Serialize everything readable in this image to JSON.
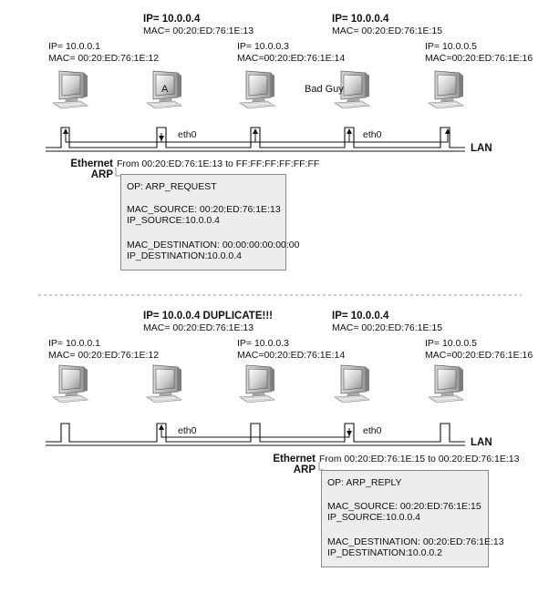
{
  "scenario1": {
    "top_hosts": [
      {
        "ip": "IP= 10.0.0.4",
        "mac": "MAC= 00:20:ED:76:1E:13"
      },
      {
        "ip": "IP= 10.0.0.4",
        "mac": "MAC= 00:20:ED:76:1E:15"
      }
    ],
    "hosts": [
      {
        "ip": "IP= 10.0.0.1",
        "mac": "MAC= 00:20:ED:76:1E:12"
      },
      {
        "ip": "IP= 10.0.0.3",
        "mac": "MAC=00:20:ED:76:1E:14"
      },
      {
        "ip": "IP= 10.0.0.5",
        "mac": "MAC=00:20:ED:76:1E:16"
      }
    ],
    "label_a": "A",
    "label_bad_guy": "Bad Guy",
    "eth0_left": "eth0",
    "eth0_right": "eth0",
    "lan": "LAN",
    "frame": {
      "ethernet": "Ethernet",
      "arp": "ARP",
      "header": "From 00:20:ED:76:1E:13 to FF:FF:FF:FF:FF:FF",
      "op": "OP: ARP_REQUEST",
      "mac_source": "MAC_SOURCE: 00:20:ED:76:1E:13",
      "ip_source_label": "IP_SOURCE:",
      "ip_source_value": "10.0.0.4",
      "mac_destination": "MAC_DESTINATION: 00:00:00:00:00:00",
      "ip_destination_label": "IP_DESTINATION:",
      "ip_destination_value": "10.0.0.4"
    }
  },
  "scenario2": {
    "top_hosts": [
      {
        "ip": "IP= 10.0.0.4 DUPLICATE!!!",
        "mac": "MAC= 00:20:ED:76:1E:13"
      },
      {
        "ip": "IP= 10.0.0.4",
        "mac": "MAC= 00:20:ED:76:1E:15"
      }
    ],
    "hosts": [
      {
        "ip": "IP= 10.0.0.1",
        "mac": "MAC= 00:20:ED:76:1E:12"
      },
      {
        "ip": "IP= 10.0.0.3",
        "mac": "MAC=00:20:ED:76:1E:14"
      },
      {
        "ip": "IP= 10.0.0.5",
        "mac": "MAC=00:20:ED:76:1E:16"
      }
    ],
    "eth0_left": "eth0",
    "eth0_right": "eth0",
    "lan": "LAN",
    "frame": {
      "ethernet": "Ethernet",
      "arp": "ARP",
      "header": "From 00:20:ED:76:1E:15 to 00:20:ED:76:1E:13",
      "op": "OP: ARP_REPLY",
      "mac_source": "MAC_SOURCE: 00:20:ED:76:1E:15",
      "ip_source_label": "IP_SOURCE:",
      "ip_source_value": "10.0.0.4",
      "mac_destination": "MAC_DESTINATION: 00:20:ED:76:1E:13",
      "ip_destination_label": "IP_DESTINATION:",
      "ip_destination_value": "10.0.0.2"
    }
  },
  "colors": {
    "frame_fill": "#ededed",
    "divider": "#999999"
  }
}
